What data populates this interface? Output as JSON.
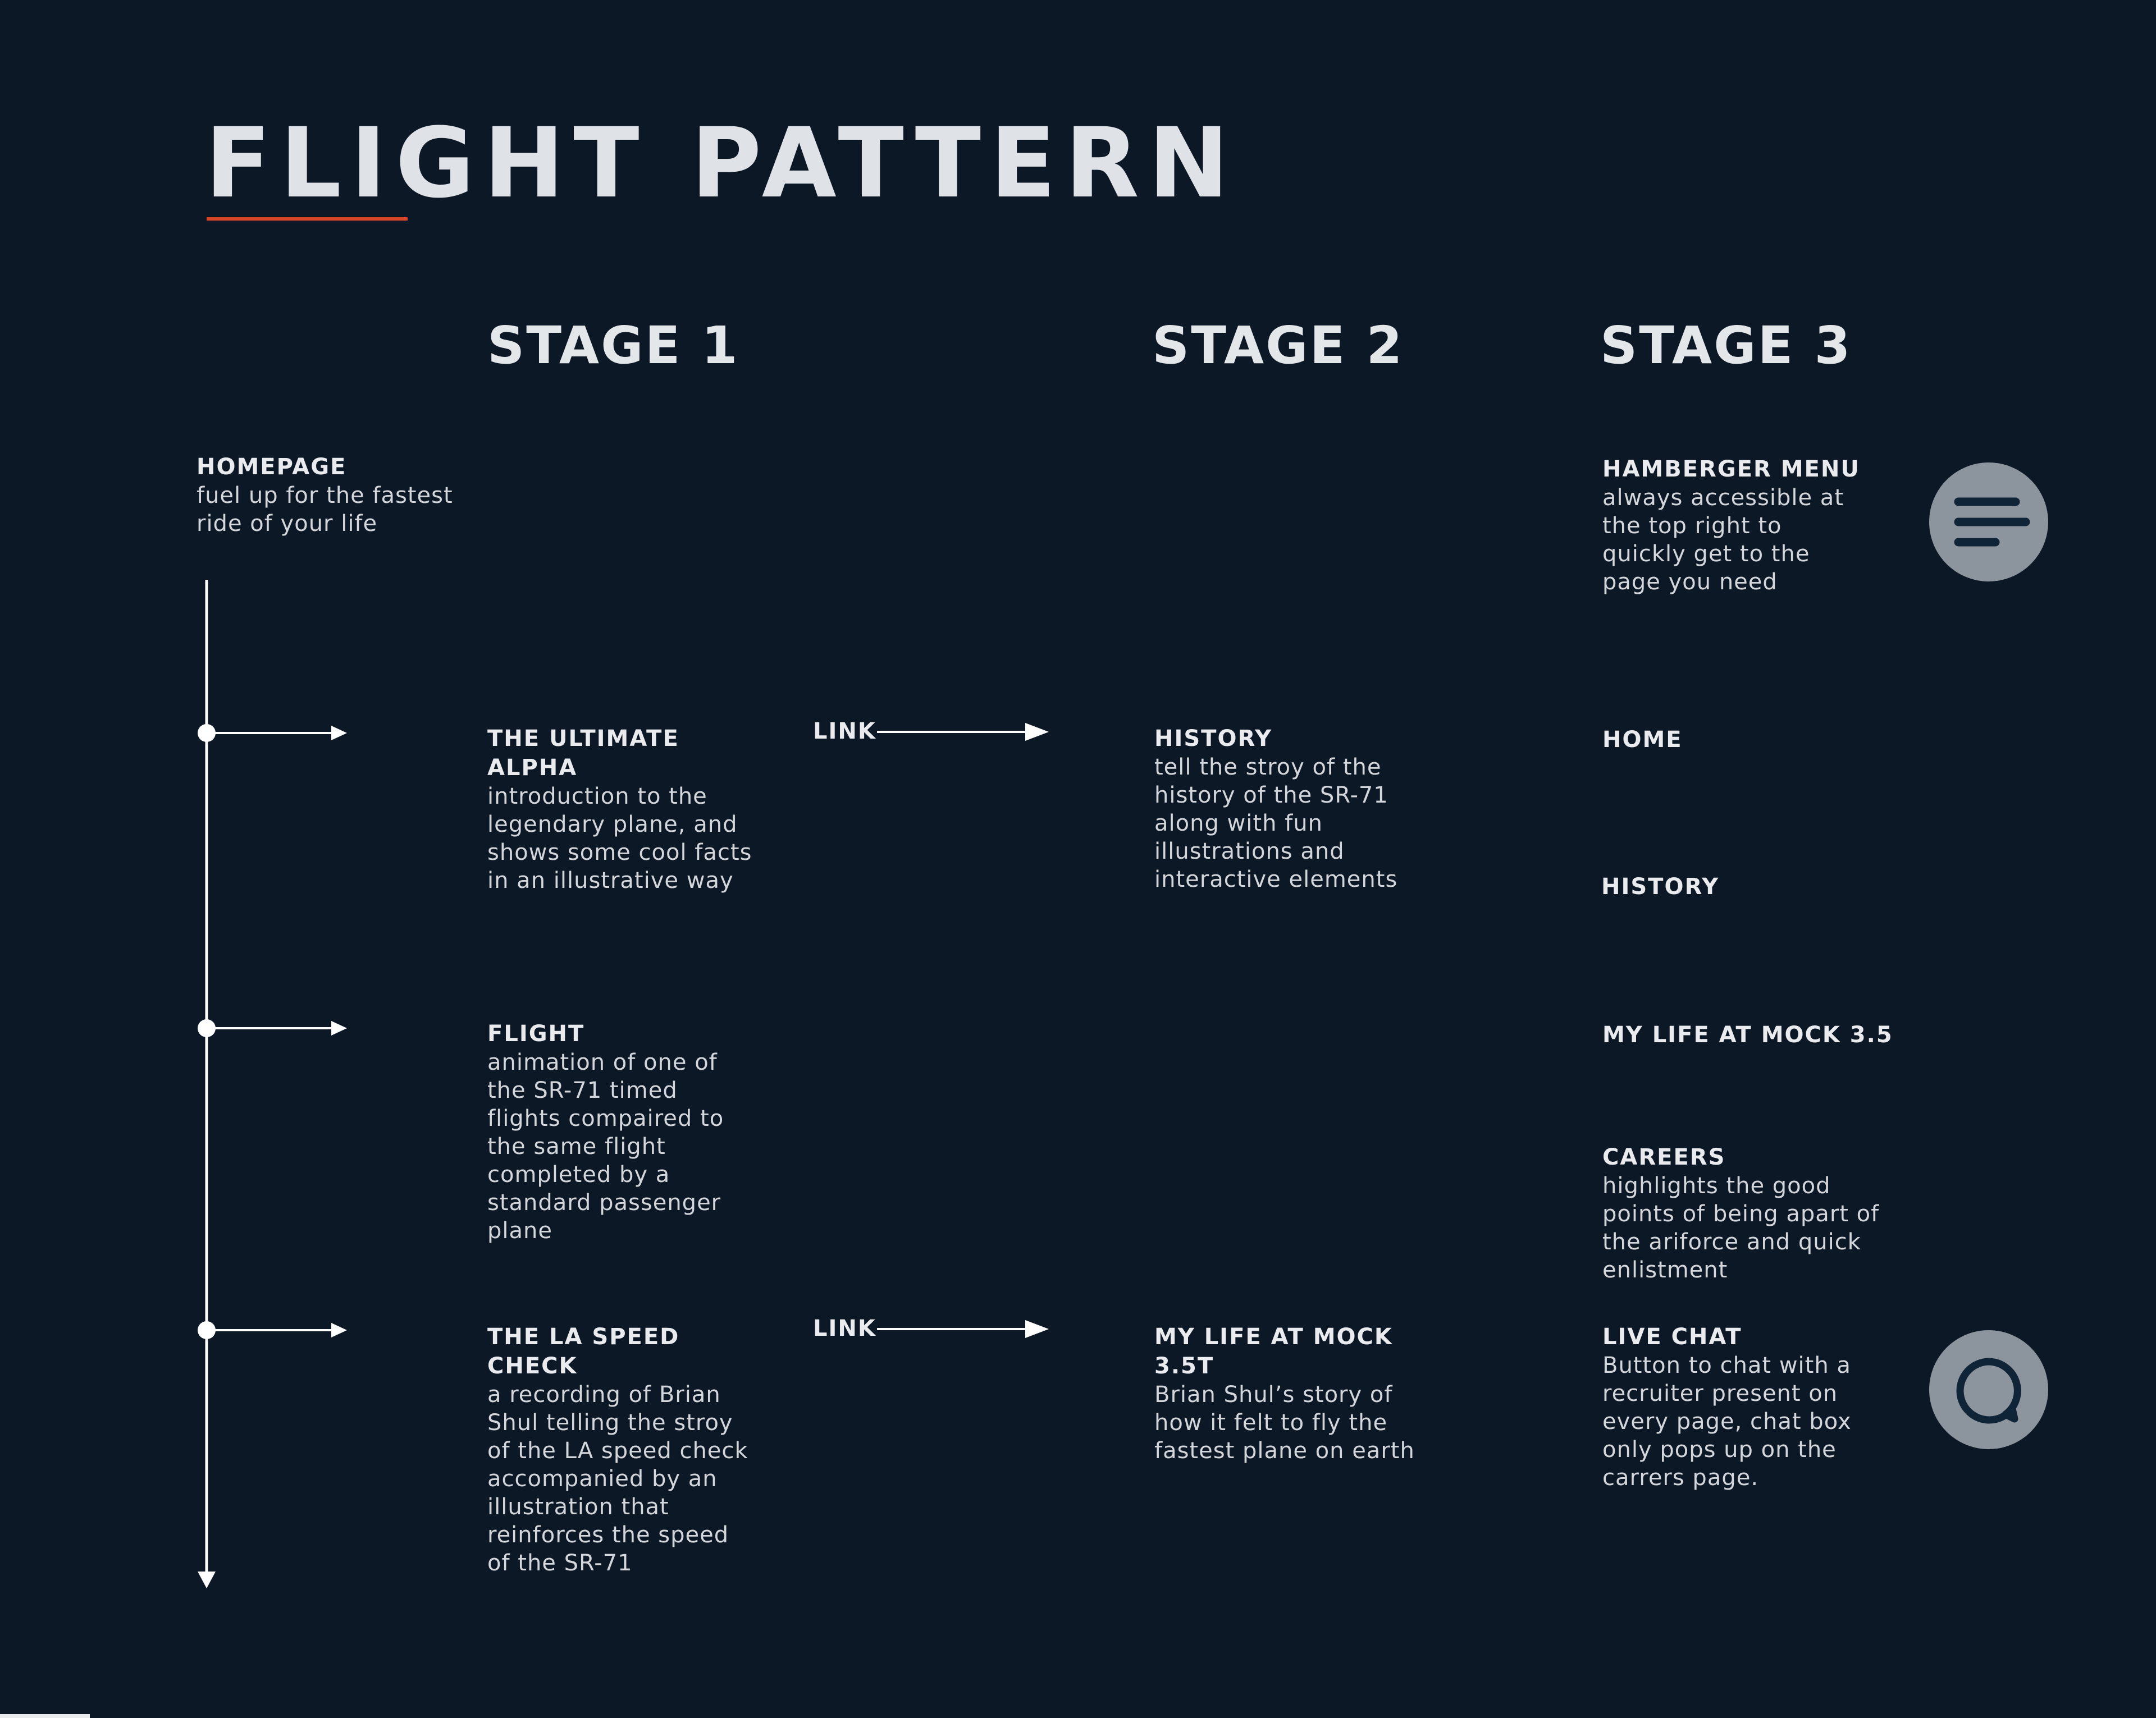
{
  "title": "FLIGHT PATTERN",
  "stages": [
    "STAGE 1",
    "STAGE 2",
    "STAGE 3"
  ],
  "homepage": {
    "title": "HOMEPAGE",
    "desc": "fuel up for the fastest ride of your life"
  },
  "stage1": [
    {
      "title": "THE ULTIMATE ALPHA",
      "desc": "introduction to the legendary plane, and shows some cool facts in an illustrative way"
    },
    {
      "title": "FLIGHT",
      "desc": "animation of one of the SR-71 timed flights compaired to the same flight completed by a standard passenger plane"
    },
    {
      "title": "THE LA SPEED CHECK",
      "desc": "a recording of Brian Shul telling the stroy of the LA speed check accompanied by an illustration that reinforces the speed of the SR-71"
    }
  ],
  "links": [
    "LINK",
    "LINK"
  ],
  "stage2": [
    {
      "title": "HISTORY",
      "desc": "tell the stroy of the history of the SR-71 along with fun illustrations and interactive elements"
    },
    {
      "title": "MY LIFE AT MOCK 3.5T",
      "desc": "Brian Shul’s story of how it felt to fly the fastest plane on earth"
    }
  ],
  "stage3": {
    "menu": {
      "title": "HAMBERGER MENU",
      "desc": "always accessible at the top right to quickly get to the page you need"
    },
    "home": "HOME",
    "history": "HISTORY",
    "mylife": "MY LIFE AT MOCK 3.5",
    "careers": {
      "title": "CAREERS",
      "desc": "highlights the good points of being apart of the ariforce and quick enlistment"
    },
    "livechat": {
      "title": "LIVE CHAT",
      "desc": "Button to chat with a recruiter present on every page, chat box only pops up on the carrers page."
    }
  },
  "icons": {
    "menu": "hamburger-menu-icon",
    "chat": "chat-bubble-icon"
  },
  "colors": {
    "background": "#0c1826",
    "text": "#e6e8eb",
    "accent": "#d9472b",
    "icon_bg": "#8c949e",
    "icon_fg": "#0f2436"
  }
}
